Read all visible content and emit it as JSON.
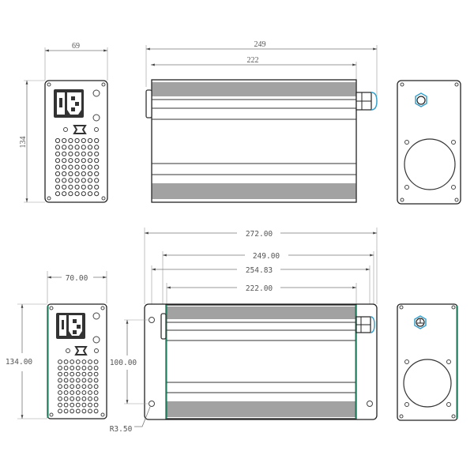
{
  "drawing": {
    "accent_colors": {
      "edge_green": "#1f7a5a",
      "gland_blue": "#3a9fc8",
      "line": "#222222",
      "dimension": "#777777"
    },
    "top_set": {
      "front_view": {
        "width_label": "69",
        "height_label": "134"
      },
      "side_view": {
        "overall_length_label": "249",
        "body_length_label": "222"
      },
      "rear_view": {
        "label": ""
      }
    },
    "bottom_set": {
      "front_view": {
        "width_label": "70.00",
        "height_label": "134.00"
      },
      "side_view": {
        "overall_length_label": "272.00",
        "length_249_label": "249.00",
        "hole_spacing_label": "254.83",
        "body_length_label": "222.00",
        "mount_hole_vertical_label": "100.00",
        "corner_radius_label": "R3.50"
      }
    },
    "icons": [
      "iec-power-inlet-icon",
      "rocker-switch-icon",
      "vent-grid-icon",
      "cable-gland-icon",
      "fan-opening-icon",
      "mounting-hole-icon",
      "arrowhead-icon"
    ]
  }
}
